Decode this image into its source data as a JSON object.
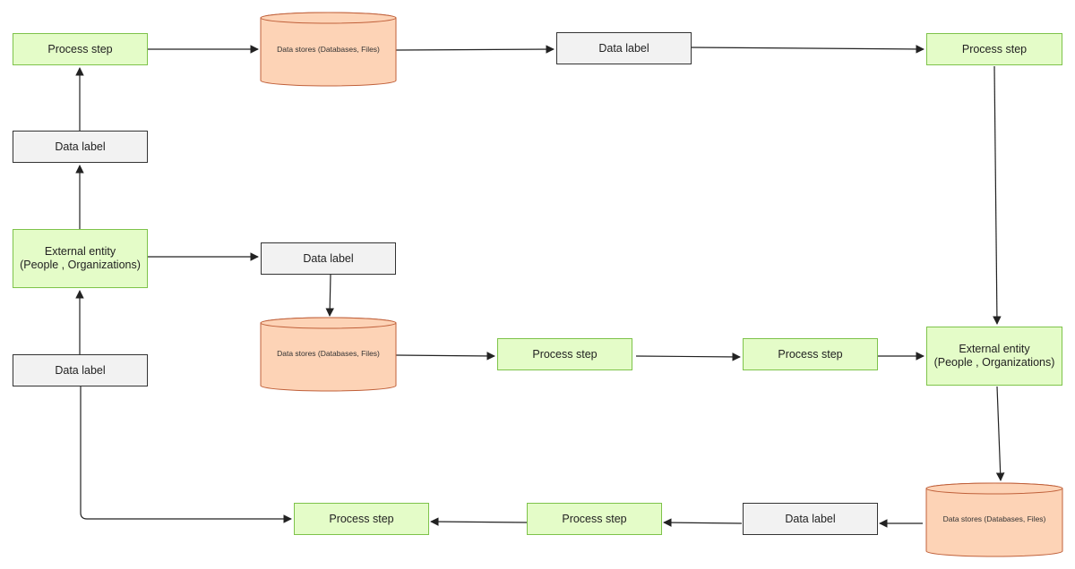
{
  "labels": {
    "process_step": "Process step",
    "data_label": "Data label",
    "external_entity": "External entity\n(People , Organizations)",
    "data_store": "Data stores (Databases, Files)"
  },
  "colors": {
    "process_fill": "#e4fcc8",
    "process_border": "#7ec34a",
    "label_fill": "#f2f2f2",
    "store_fill": "#fdd3b6",
    "store_border": "#c0603a",
    "edge": "#222222"
  }
}
